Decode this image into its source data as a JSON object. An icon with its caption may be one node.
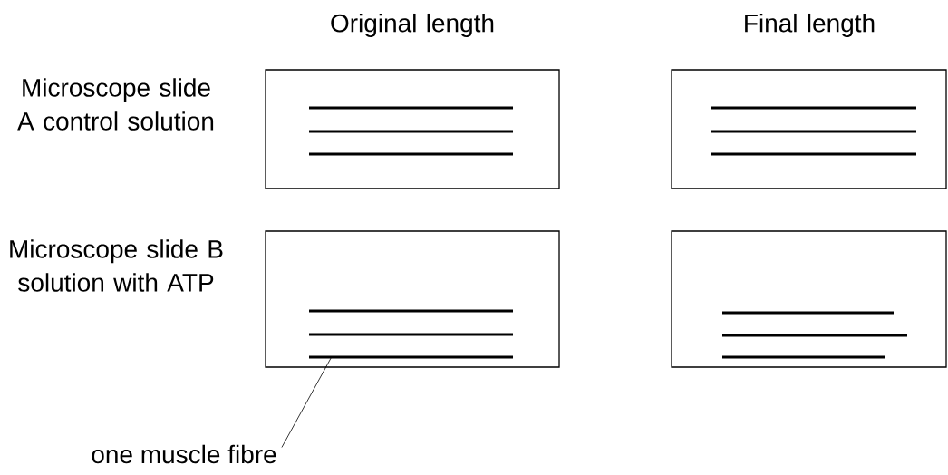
{
  "diagram": {
    "nodes": [
      {
        "text": [],
        "shape": "box"
      },
      {
        "text": [],
        "shape": "box"
      },
      {
        "text": [],
        "shape": "box"
      },
      {
        "text": [],
        "shape": "box"
      },
      {
        "text": [
          "one muscle fibre"
        ]
      },
      {
        "text": [],
        "shape": "bar",
        "in": 2
      }
    ],
    "edges": [
      {
        "from": 4,
        "to": 5,
        "arrow": "none"
      }
    ],
    "labels": [
      "Original length",
      "Final length",
      "Microscope slide A control solution",
      "Microscope slide B solution with ATP"
    ]
  }
}
